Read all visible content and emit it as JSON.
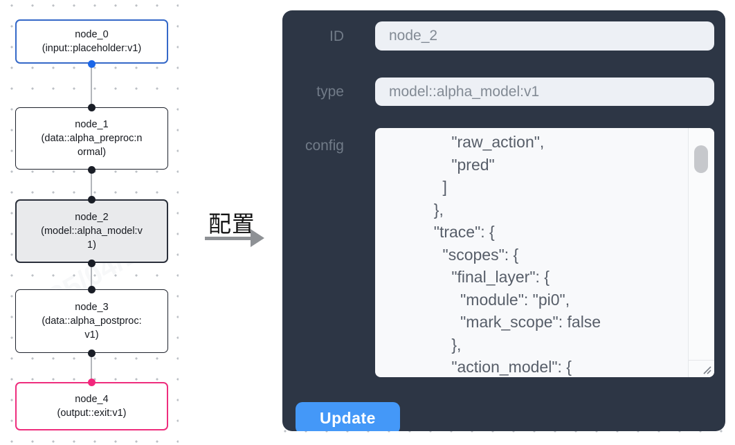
{
  "flow": {
    "nodes": [
      {
        "name": "node_0",
        "subtitle": "(input::placeholder:v1)",
        "kind": "input"
      },
      {
        "name": "node_1",
        "subtitle": "(data::alpha_preproc:normal)",
        "kind": "process"
      },
      {
        "name": "node_2",
        "subtitle": "(model::alpha_model:v1)",
        "kind": "model-selected"
      },
      {
        "name": "node_3",
        "subtitle": "(data::alpha_postproc:v1)",
        "kind": "process"
      },
      {
        "name": "node_4",
        "subtitle": "(output::exit:v1)",
        "kind": "output"
      }
    ]
  },
  "annotation": {
    "label": "配置"
  },
  "config_panel": {
    "id_field": {
      "label": "ID",
      "value": "node_2"
    },
    "type_field": {
      "label": "type",
      "value": "model::alpha_model:v1"
    },
    "config_field": {
      "label": "config",
      "value": "      \"raw_action\",\n      \"pred\"\n    ]\n  },\n  \"trace\": {\n    \"scopes\": {\n      \"final_layer\": {\n        \"module\": \"pi0\",\n        \"mark_scope\": false\n      },\n      \"action_model\": {"
    },
    "update_button": "Update"
  },
  "watermark": "2025/04/11",
  "colors": {
    "panel_background": "#2d3645",
    "input_node_border": "#3468c8",
    "default_node_border": "#1d212b",
    "selected_node_background": "#e9eaec",
    "output_node_border": "#ee2d7d",
    "port_blue": "#1a66e8",
    "port_dark": "#191d26",
    "port_pink": "#f2277c",
    "update_button_blue": "#4498f8",
    "field_background": "#edf0f5",
    "textarea_background": "#f8f9fb"
  }
}
